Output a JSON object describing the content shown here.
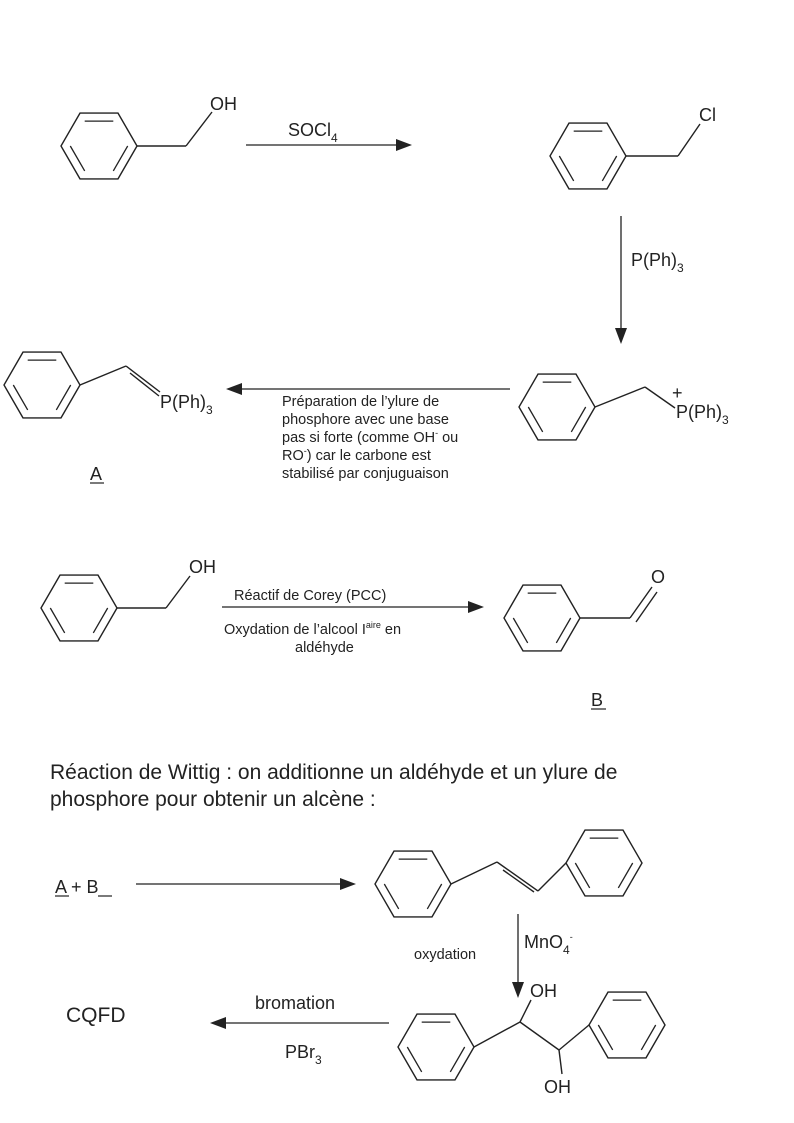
{
  "reactions": {
    "r1_reagent": "SOCl",
    "r1_reagent_sub": "4",
    "r2_reagent": "P(Ph)",
    "r2_reagent_sub": "3",
    "r3_note_lines": [
      "Préparation de l’ylure de",
      "phosphore avec une base",
      "pas si forte (comme OH",
      "RO",
      ") car le carbone est",
      "stabilisé par conjuguaison"
    ],
    "r3_note_line3_tail": " ou",
    "r3_minus": "-",
    "r4_reagent_above": "Réactif de Corey (PCC)",
    "r4_note_line1_a": "Oxydation de l’alcool I",
    "r4_note_line1_sup": "aire",
    "r4_note_line1_b": " en",
    "r4_note_line2": "aldéhyde",
    "wittig_text_line1": "Réaction de Wittig : on additionne un aldéhyde et un ylure de",
    "wittig_text_line2": "phosphore pour obtenir un alcène :",
    "r5_lhs_a": "A",
    "r5_plus": " + ",
    "r5_lhs_b": "B",
    "r6_reagent": "MnO",
    "r6_reagent_sub": "4",
    "r6_reagent_sup": "-",
    "r6_note": "oxydation",
    "r7_reagent_above": "bromation",
    "r7_reagent_below": "PBr",
    "r7_reagent_below_sub": "3",
    "final": "CQFD"
  },
  "molecules": {
    "oh": "OH",
    "cl": "Cl",
    "pph3": "P(Ph)",
    "pph3_sub": "3",
    "plus": "+",
    "o": "O",
    "label_a": "A",
    "label_b": "B"
  }
}
